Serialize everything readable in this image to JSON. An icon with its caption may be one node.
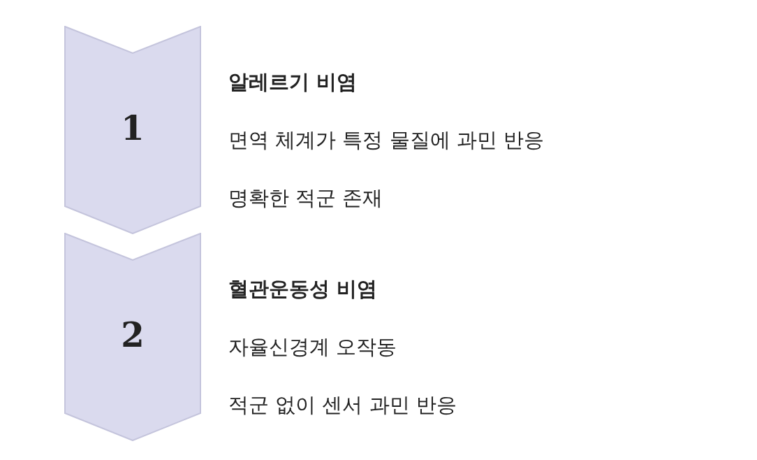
{
  "diagram": {
    "nodes": [
      {
        "text": [
          "1"
        ],
        "beside": [
          "알레르기 비염",
          "면역 체계가 특정 물질에 과민 반응",
          "명확한 적군 존재"
        ]
      },
      {
        "text": [
          "2"
        ],
        "beside": [
          "혈관운동성 비염",
          "자율신경계 오작동",
          "적군 없이 센서 과민 반응"
        ]
      }
    ],
    "edges": []
  }
}
